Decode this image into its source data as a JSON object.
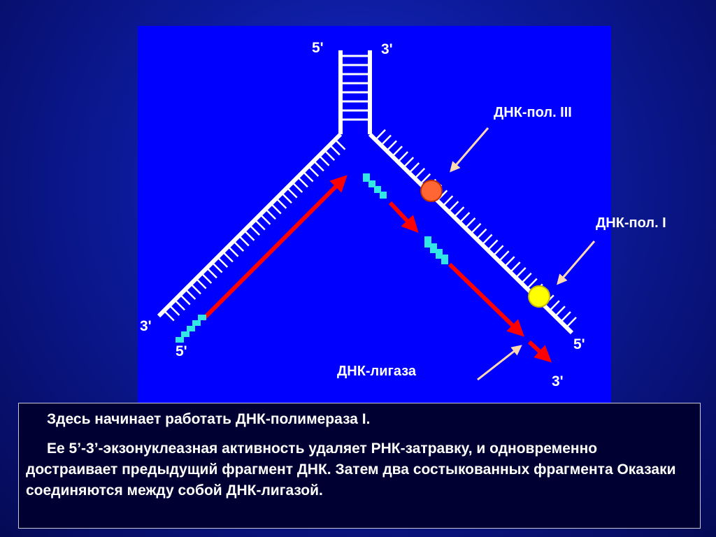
{
  "diagram": {
    "strand_ends": {
      "top_left": "5'",
      "top_right": "3'",
      "lower_left_outer": "3'",
      "lower_left_inner": "5'",
      "lower_right_outer": "5'",
      "lower_right_inner": "3'"
    },
    "labels": {
      "pol3": "ДНК-пол. III",
      "pol1": "ДНК-пол. I",
      "ligase": "ДНК-лигаза"
    },
    "colors": {
      "panel": "#0000ff",
      "strand": "#ffffff",
      "new_dna": "#ff0000",
      "rna_primer": "#33e6e6",
      "pol3": "#ff6633",
      "pol1": "#ffff00",
      "pointer": "#ffd9b0"
    }
  },
  "caption": {
    "line1": "Здесь начинает работать ДНК-полимераза I.",
    "line2": "Ее 5’-3’-экзонуклеазная активность удаляет РНК-затравку, и одновременно достраивает предыдущий фрагмент ДНК. Затем два состыкованных фрагмента Оказаки соединяются между собой ДНК-лигазой."
  }
}
